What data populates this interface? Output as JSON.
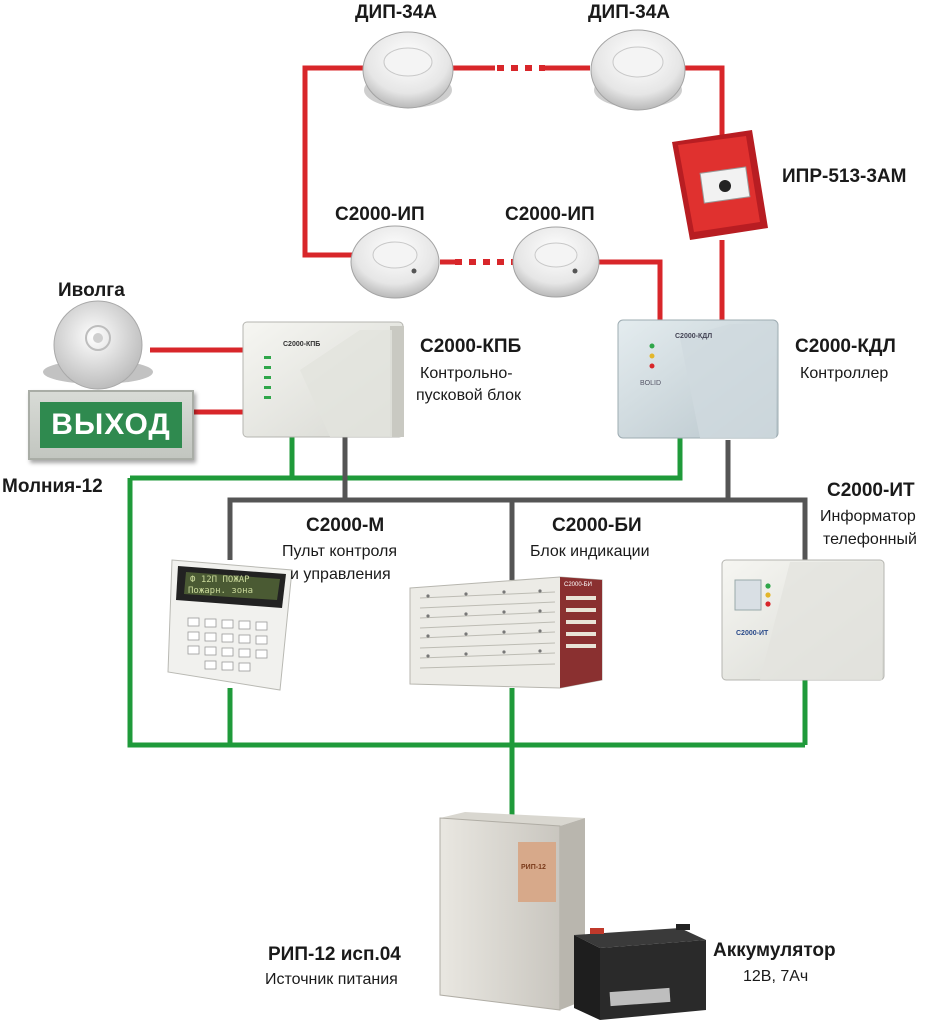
{
  "devices": {
    "dip_left": {
      "name": "ДИП-34А"
    },
    "dip_right": {
      "name": "ДИП-34А"
    },
    "ipr": {
      "name": "ИПР-513-3АМ"
    },
    "ip_left": {
      "name": "С2000-ИП"
    },
    "ip_right": {
      "name": "С2000-ИП"
    },
    "ivolga": {
      "name": "Иволга"
    },
    "kpb": {
      "name": "С2000-КПБ",
      "desc_line1": "Контрольно-",
      "desc_line2": "пусковой блок",
      "panel_label": "С2000-КПБ"
    },
    "kdl": {
      "name": "С2000-КДЛ",
      "desc": "Контроллер",
      "panel_label": "С2000-КДЛ",
      "brand": "BOLID"
    },
    "exit_sign": {
      "text": "ВЫХОД"
    },
    "molniya": {
      "name": "Молния-12"
    },
    "m": {
      "name": "С2000-М",
      "desc_line1": "Пульт контроля",
      "desc_line2": "и управления",
      "lcd_line1": "Ф  12П  ПОЖАР",
      "lcd_line2": "Пожарн. зона"
    },
    "bi": {
      "name": "С2000-БИ",
      "desc": "Блок индикации",
      "panel_label": "С2000-БИ"
    },
    "it": {
      "name": "С2000-ИТ",
      "desc_line1": "Информатор",
      "desc_line2": "телефонный",
      "panel_label": "С2000-ИТ"
    },
    "rip": {
      "name": "РИП-12 исп.04",
      "desc": "Источник питания",
      "panel_label": "РИП-12"
    },
    "battery": {
      "name": "Аккумулятор",
      "desc": "12В, 7Ач"
    }
  },
  "colors": {
    "alarm_loop": "#d8262a",
    "power_line": "#1f9a3a",
    "interface_line": "#555555"
  }
}
